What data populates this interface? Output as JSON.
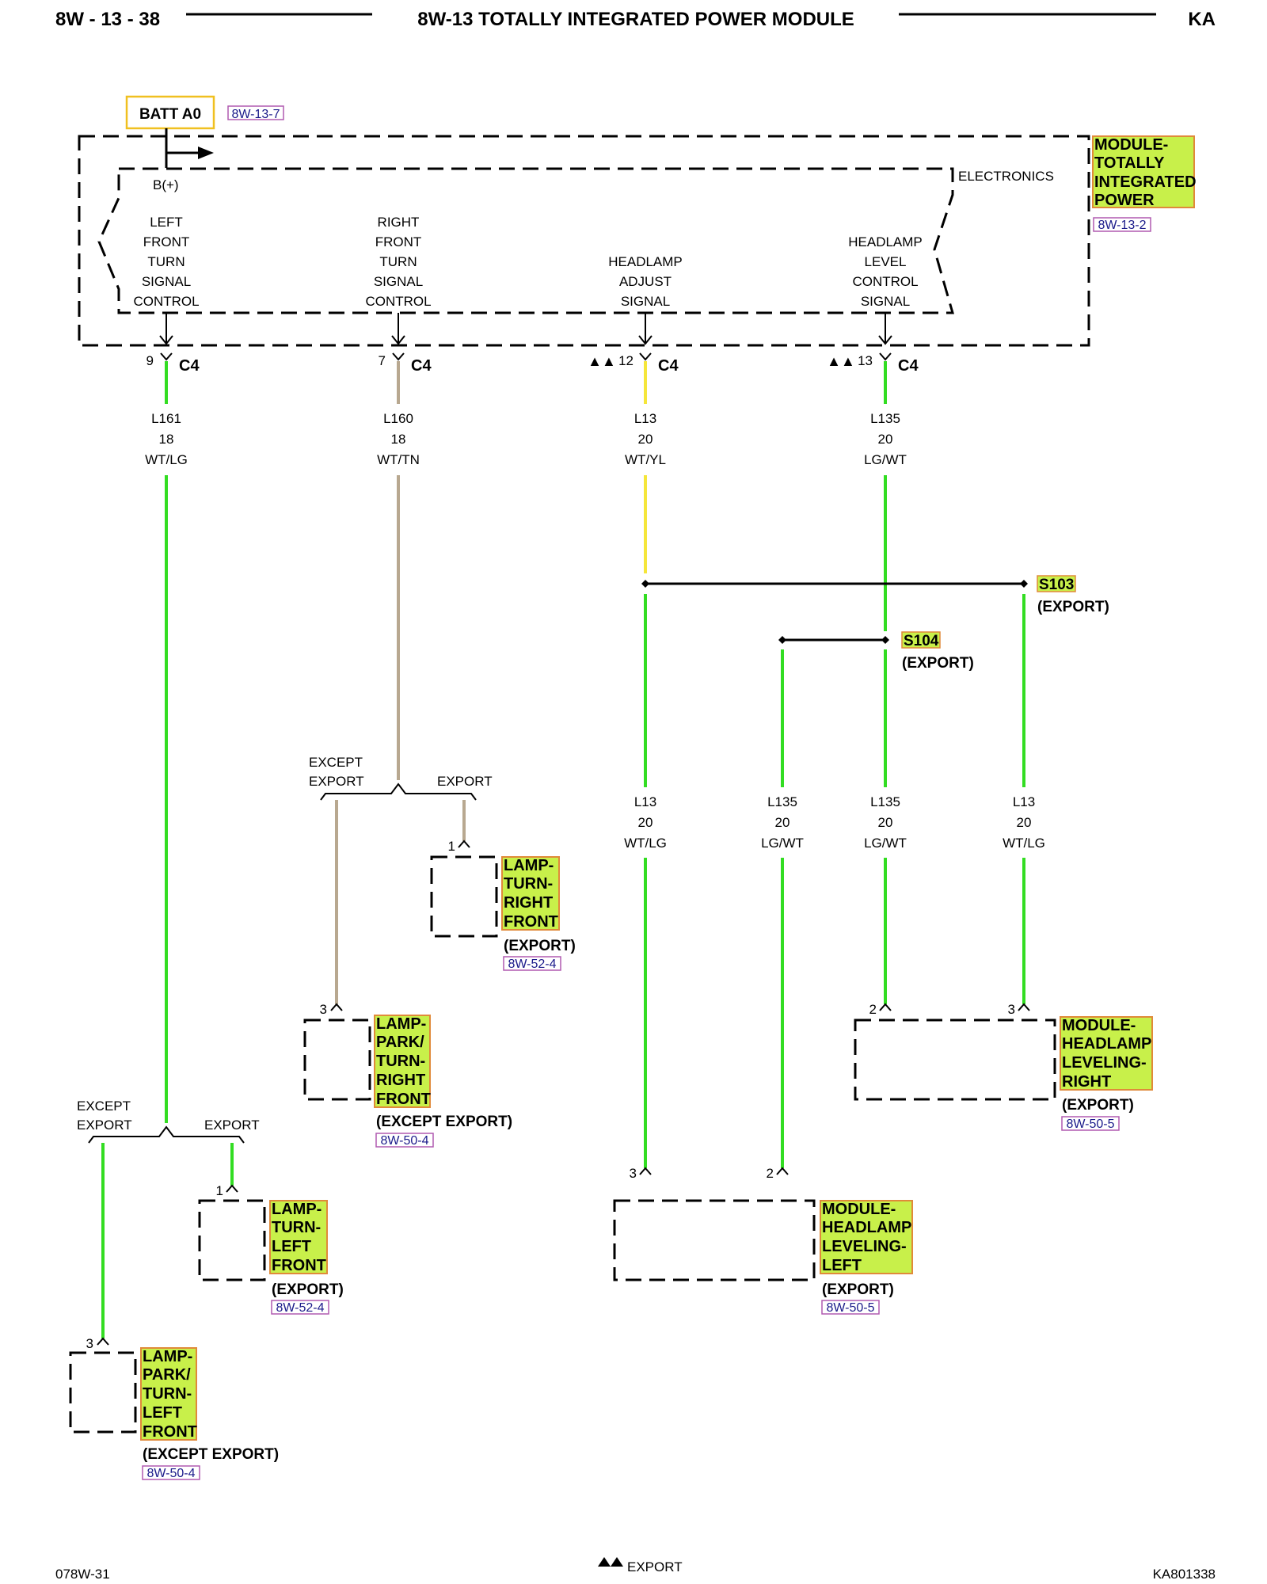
{
  "header": {
    "page_ref": "8W - 13 - 38",
    "title": "8W-13 TOTALLY INTEGRATED POWER MODULE",
    "model": "KA"
  },
  "footer": {
    "left_code": "078W-31",
    "legend_text": "EXPORT",
    "right_code": "KA801338"
  },
  "batt": {
    "label": "BATT A0",
    "ref": "8W-13-7"
  },
  "tipm": {
    "name_lines": [
      "MODULE-",
      "TOTALLY",
      "INTEGRATED",
      "POWER"
    ],
    "ref": "8W-13-2",
    "electronics": "ELECTRONICS",
    "bplus": "B(+)",
    "fn_left_turn": [
      "LEFT",
      "FRONT",
      "TURN",
      "SIGNAL",
      "CONTROL"
    ],
    "fn_right_turn": [
      "RIGHT",
      "FRONT",
      "TURN",
      "SIGNAL",
      "CONTROL"
    ],
    "fn_headlamp_adjust": [
      "HEADLAMP",
      "ADJUST",
      "SIGNAL"
    ],
    "fn_headlamp_level": [
      "HEADLAMP",
      "LEVEL",
      "CONTROL",
      "SIGNAL"
    ]
  },
  "connectors": {
    "c1": {
      "pin": "9",
      "name": "C4"
    },
    "c2": {
      "pin": "7",
      "name": "C4"
    },
    "c3": {
      "pin": "12",
      "name": "C4",
      "marker": "▲▲"
    },
    "c4": {
      "pin": "13",
      "name": "C4",
      "marker": "▲▲"
    }
  },
  "wires": {
    "w1": {
      "circuit": "L161",
      "gauge": "18",
      "color": "WT/LG"
    },
    "w2": {
      "circuit": "L160",
      "gauge": "18",
      "color": "WT/TN"
    },
    "w3": {
      "circuit": "L13",
      "gauge": "20",
      "color": "WT/YL"
    },
    "w4": {
      "circuit": "L135",
      "gauge": "20",
      "color": "LG/WT"
    },
    "w5": {
      "circuit": "L13",
      "gauge": "20",
      "color": "WT/LG"
    },
    "w6": {
      "circuit": "L135",
      "gauge": "20",
      "color": "LG/WT"
    },
    "w7": {
      "circuit": "L135",
      "gauge": "20",
      "color": "LG/WT"
    },
    "w8": {
      "circuit": "L13",
      "gauge": "20",
      "color": "WT/LG"
    }
  },
  "splices": {
    "s103": {
      "name": "S103",
      "note": "(EXPORT)"
    },
    "s104": {
      "name": "S104",
      "note": "(EXPORT)"
    }
  },
  "branches": {
    "left": {
      "except_lines": [
        "EXCEPT",
        "EXPORT"
      ],
      "export": "EXPORT"
    },
    "right": {
      "except_lines": [
        "EXCEPT",
        "EXPORT"
      ],
      "export": "EXPORT"
    }
  },
  "components": {
    "lamp_turn_right_front": {
      "pin": "1",
      "name_lines": [
        "LAMP-",
        "TURN-",
        "RIGHT",
        "FRONT"
      ],
      "note": "(EXPORT)",
      "ref": "8W-52-4"
    },
    "lamp_park_turn_right_front": {
      "pin": "3",
      "name_lines": [
        "LAMP-",
        "PARK/",
        "TURN-",
        "RIGHT",
        "FRONT"
      ],
      "note": "(EXCEPT EXPORT)",
      "ref": "8W-50-4"
    },
    "lamp_turn_left_front": {
      "pin": "1",
      "name_lines": [
        "LAMP-",
        "TURN-",
        "LEFT",
        "FRONT"
      ],
      "note": "(EXPORT)",
      "ref": "8W-52-4"
    },
    "lamp_park_turn_left_front": {
      "pin": "3",
      "name_lines": [
        "LAMP-",
        "PARK/",
        "TURN-",
        "LEFT",
        "FRONT"
      ],
      "note": "(EXCEPT EXPORT)",
      "ref": "8W-50-4"
    },
    "module_hl_left": {
      "pin_a": "3",
      "pin_b": "2",
      "name_lines": [
        "MODULE-",
        "HEADLAMP",
        "LEVELING-",
        "LEFT"
      ],
      "note": "(EXPORT)",
      "ref": "8W-50-5"
    },
    "module_hl_right": {
      "pin_a": "2",
      "pin_b": "3",
      "name_lines": [
        "MODULE-",
        "HEADLAMP",
        "LEVELING-",
        "RIGHT"
      ],
      "note": "(EXPORT)",
      "ref": "8W-50-5"
    }
  },
  "colors": {
    "wire_green": "#33dd22",
    "wire_tan": "#b8a890",
    "wire_yellow": "#f5e63a",
    "label_fill": "#c8f04a",
    "label_border": "#e08a3a",
    "batt_border": "#f0c020",
    "ref_border": "#b05ab0"
  }
}
